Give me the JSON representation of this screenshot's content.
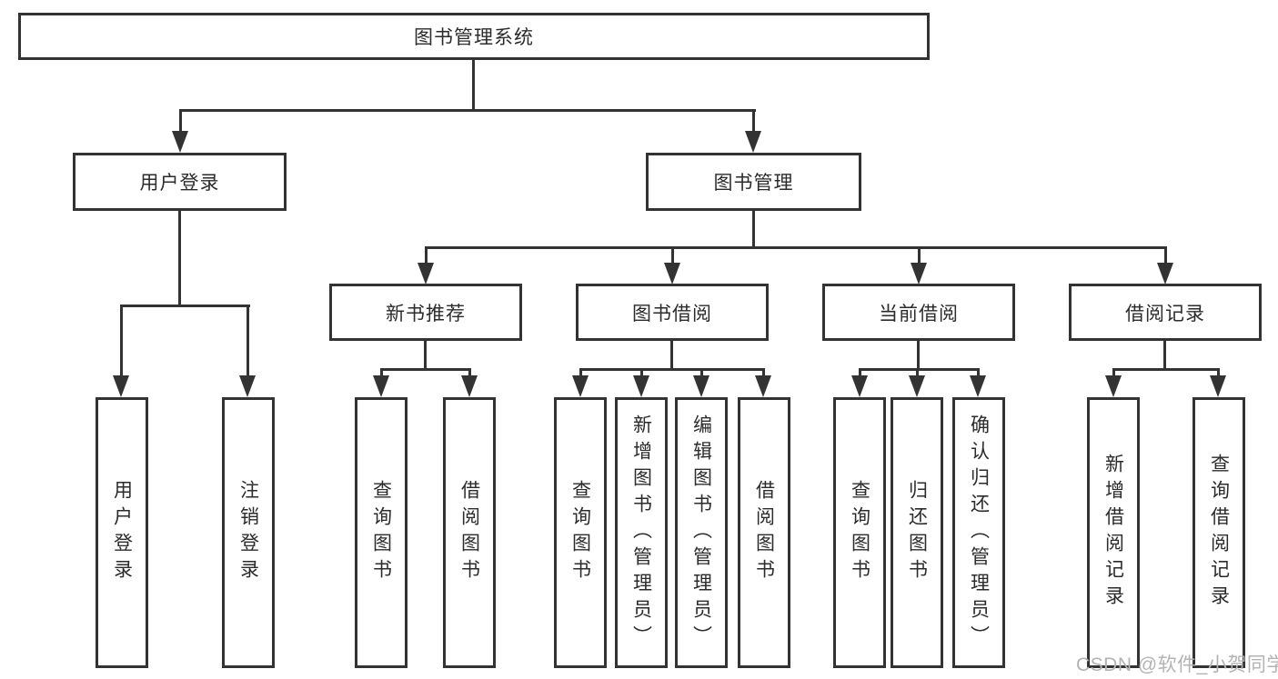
{
  "diagram": {
    "root": {
      "label": "图书管理系统"
    },
    "branches": [
      {
        "label": "用户登录",
        "children": [
          {
            "label": "用户登录"
          },
          {
            "label": "注销登录"
          }
        ]
      },
      {
        "label": "图书管理",
        "groups": [
          {
            "label": "新书推荐",
            "children": [
              {
                "label": "查询图书"
              },
              {
                "label": "借阅图书"
              }
            ]
          },
          {
            "label": "图书借阅",
            "children": [
              {
                "label": "查询图书"
              },
              {
                "label": "新增图书（管理员）"
              },
              {
                "label": "编辑图书（管理员）"
              },
              {
                "label": "借阅图书"
              }
            ]
          },
          {
            "label": "当前借阅",
            "children": [
              {
                "label": "查询图书"
              },
              {
                "label": "归还图书"
              },
              {
                "label": "确认归还（管理员）"
              }
            ]
          },
          {
            "label": "借阅记录",
            "children": [
              {
                "label": "新增借阅记录"
              },
              {
                "label": "查询借阅记录"
              }
            ]
          }
        ]
      }
    ]
  },
  "watermark": {
    "text": "CSDN @软件_小贺同学"
  },
  "colors": {
    "line": "#333333",
    "text": "#2b2b2b",
    "watermark": "#b3b3b3",
    "background": "#ffffff"
  }
}
